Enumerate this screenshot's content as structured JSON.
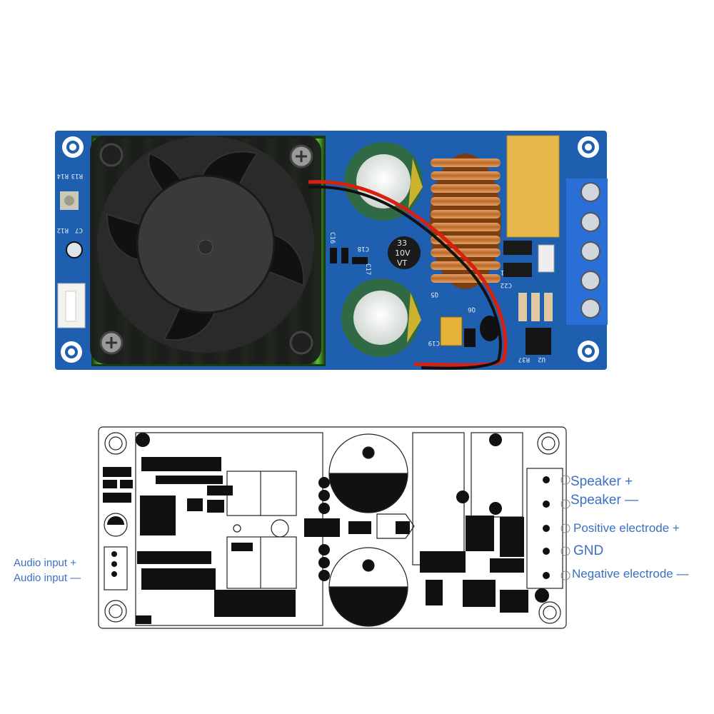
{
  "board_photo": {
    "silkscreen": [
      "R13",
      "R14",
      "C7",
      "R12",
      "C18",
      "C19",
      "C17",
      "C16",
      "C22",
      "C1",
      "Q5",
      "Q6",
      "U2",
      "R37"
    ],
    "capacitor_marking": [
      "33",
      "10V",
      "VT"
    ]
  },
  "diagram_labels": {
    "speaker_plus": "Speaker +",
    "speaker_minus": "Speaker —",
    "positive_electrode": "Positive electrode +",
    "gnd": "GND",
    "negative_electrode": "Negative electrode —",
    "audio_input_plus": "Audio input +",
    "audio_input_minus": "Audio input —"
  },
  "colors": {
    "pcb_blue": "#1f5fb0",
    "label_blue": "#3b6fc4",
    "terminal_blue": "#2a6fd6",
    "fan_black": "#1c1c1c",
    "heatsink_green": "#3a7a28",
    "capacitor_green": "#2f6a44",
    "coil_copper": "#c47a3a",
    "inductor_yellow": "#e8b84a"
  }
}
